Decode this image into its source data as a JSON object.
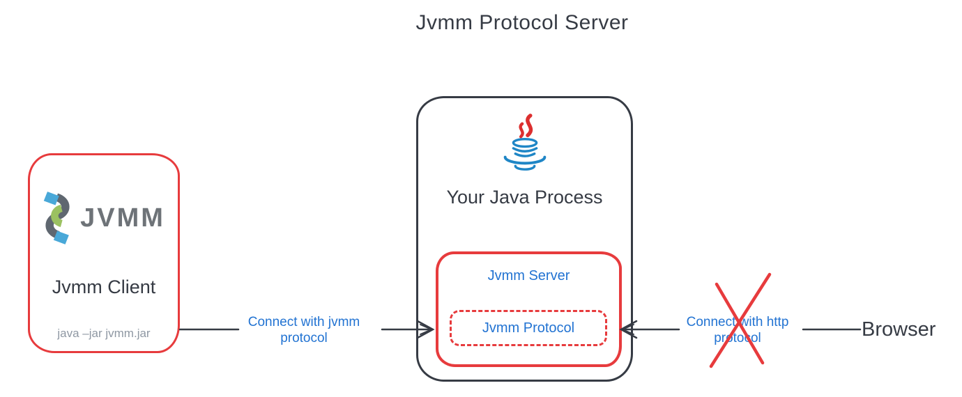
{
  "title": "Jvmm Protocol Server",
  "client_box": {
    "logo_text": "JVMM",
    "name": "Jvmm Client",
    "command": "java –jar jvmm.jar"
  },
  "process_box": {
    "name": "Your Java Process",
    "server_box": {
      "name": "Jvmm Server",
      "protocol_box": {
        "name": "Jvmm Protocol"
      }
    }
  },
  "edges": {
    "jvmm": {
      "line1": "Connect with jvmm",
      "line2": "protocol"
    },
    "http": {
      "line1": "Connect with http",
      "line2": "protocol",
      "crossed_out": true
    }
  },
  "browser": {
    "label": "Browser"
  },
  "icons": {
    "jvmm_logo": "jvmm-helix-logo-icon",
    "java_logo": "java-cup-icon",
    "http_cross": "red-x-cross-icon"
  },
  "colors": {
    "outline_dark": "#363b44",
    "accent_red": "#e73b3d",
    "label_blue": "#2273d2",
    "logo_gray": "#6e7378",
    "subtext_gray": "#8f98a3",
    "logo_blue": "#49a8d8",
    "logo_green": "#9bc161",
    "java_red": "#dc2f2f",
    "java_blue": "#1f86c6"
  }
}
